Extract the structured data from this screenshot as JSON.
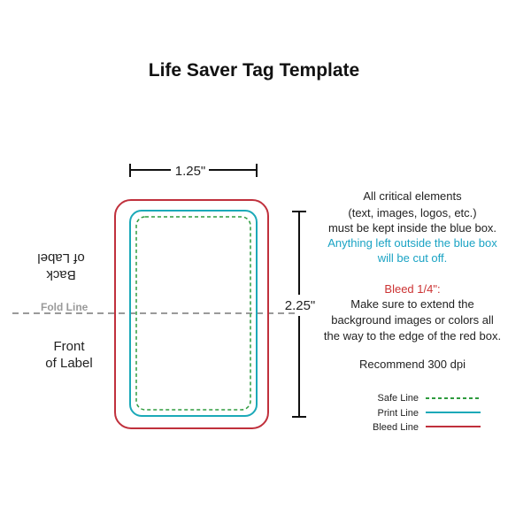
{
  "title": "Life Saver Tag Template",
  "dimensions": {
    "width_label": "1.25\"",
    "height_label": "2.25\""
  },
  "back_label": {
    "line1": "Back",
    "line2": "of Label"
  },
  "fold_line_label": "Fold Line",
  "front_label": {
    "line1": "Front",
    "line2": "of Label"
  },
  "notes": {
    "critical": [
      "All critical elements",
      "(text, images, logos, etc.)",
      "must be kept inside the blue box."
    ],
    "cutoff": [
      "Anything left outside the blue box",
      "will be cut off."
    ],
    "bleed_title": "Bleed 1/4\":",
    "bleed": [
      "Make sure to extend the",
      "background images or colors all",
      "the way to the edge of the red box."
    ],
    "dpi": "Recommend 300 dpi"
  },
  "legend": [
    {
      "label": "Safe Line",
      "style": "dashed",
      "color": "#2e9b3e"
    },
    {
      "label": "Print Line",
      "style": "solid",
      "color": "#1ba9b8"
    },
    {
      "label": "Bleed Line",
      "style": "solid",
      "color": "#c0303c"
    }
  ],
  "colors": {
    "bleed": "#c0303c",
    "print": "#1ba9b8",
    "safe": "#2e9b3e",
    "cutoff_text": "#1aa3c4",
    "bleed_title_text": "#cc3333",
    "fold": "#9a9a9a",
    "dimension": "#111111"
  }
}
